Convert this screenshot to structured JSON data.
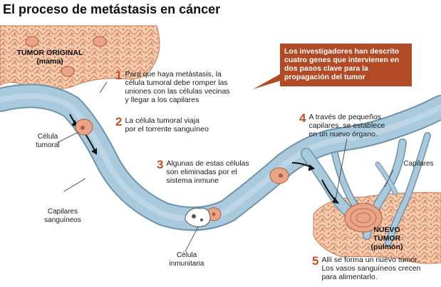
{
  "title": "El proceso de metástasis en cáncer",
  "original_tumor": {
    "line1": "TUMOR ORIGINAL",
    "line2": "(mama)"
  },
  "new_tumor": {
    "line1": "NUEVO",
    "line2": "TUMOR",
    "line3": "(pulmón)"
  },
  "callout": "Los investigadores han descrito cuatro genes que intervienen en dos pasos clave para la propagación del tumor",
  "steps": [
    {
      "num": "1",
      "lines": [
        "Para que haya metástasis, la",
        "célula tumoral debe romper las",
        "uniones con las células vecinas",
        "y llegar a los capilares"
      ]
    },
    {
      "num": "2",
      "lines": [
        "La célula tumoral viaja",
        "por el torrente sanguíneo"
      ]
    },
    {
      "num": "3",
      "lines": [
        "Algunas de estas células",
        "son eliminadas por el",
        "sistema inmune"
      ]
    },
    {
      "num": "4",
      "lines": [
        "A través de pequeños",
        "capilares, se establece",
        "en un nuevo órgano."
      ]
    },
    {
      "num": "5",
      "lines": [
        "Allí se forma un nuevo tumor.",
        "Los vasos sanguíneos crecen",
        "para alimentarlo."
      ]
    }
  ],
  "labels": {
    "tumor_cell": [
      "Célula",
      "tumoral"
    ],
    "blood_capillaries": [
      "Capilares",
      "sanguíneos"
    ],
    "immune_cell": [
      "Célula",
      "inmunitaria"
    ],
    "capillaries": "Capilares"
  },
  "colors": {
    "tissue": "#f3c8ab",
    "tissue_outline": "#c77c57",
    "vessel": "#a9c9dd",
    "vessel_outline": "#6e93aa",
    "accent": "#b14a25",
    "cell": "#e9a587"
  }
}
